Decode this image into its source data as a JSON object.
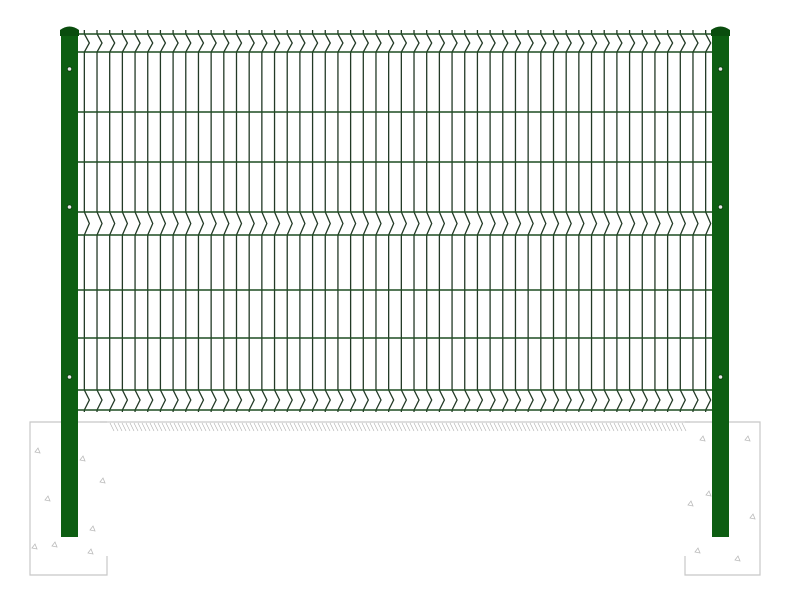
{
  "figure": {
    "subject": "welded-mesh-fence-panel",
    "colors": {
      "post": "#0d5e12",
      "post_cap": "#0a4d0e",
      "mesh_wire": "#233a26",
      "horizontal_wire": "#1f4d22",
      "footing_outline": "#c8c8c8",
      "ground_hatch": "#b0b0b0",
      "background": "#ffffff"
    },
    "posts": 2,
    "bolts_per_post": 3,
    "vertical_wires": 50,
    "v_folds": 3,
    "concrete_footings": 2
  }
}
